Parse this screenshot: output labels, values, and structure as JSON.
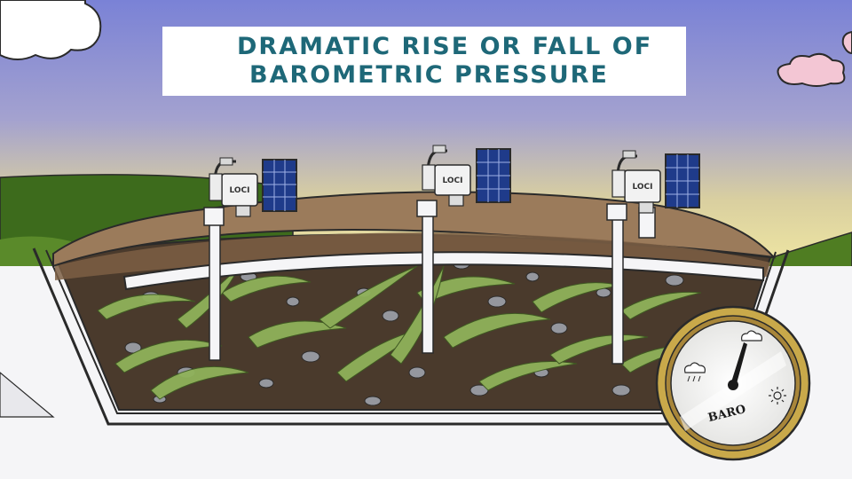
{
  "title": {
    "line1": "DRAMATIC RISE OR FALL OF",
    "line2": "BAROMETRIC  PRESSURE"
  },
  "stations": [
    {
      "brand": "LOCI"
    },
    {
      "brand": "LOCI"
    },
    {
      "brand": "LOCI"
    }
  ],
  "barometer": {
    "label": "BARO",
    "icons": [
      "cloud-icon",
      "rain-cloud-icon",
      "sun-icon"
    ]
  },
  "colors": {
    "title_text": "#1e6878",
    "sky_top": "#7f86d8",
    "hill_green": "#3d6b1c",
    "soil_dark": "#4a3a2c",
    "soil_cap": "#9b7b5b",
    "roots": "#8fb25a",
    "gauge_rim": "#c9a94a"
  }
}
